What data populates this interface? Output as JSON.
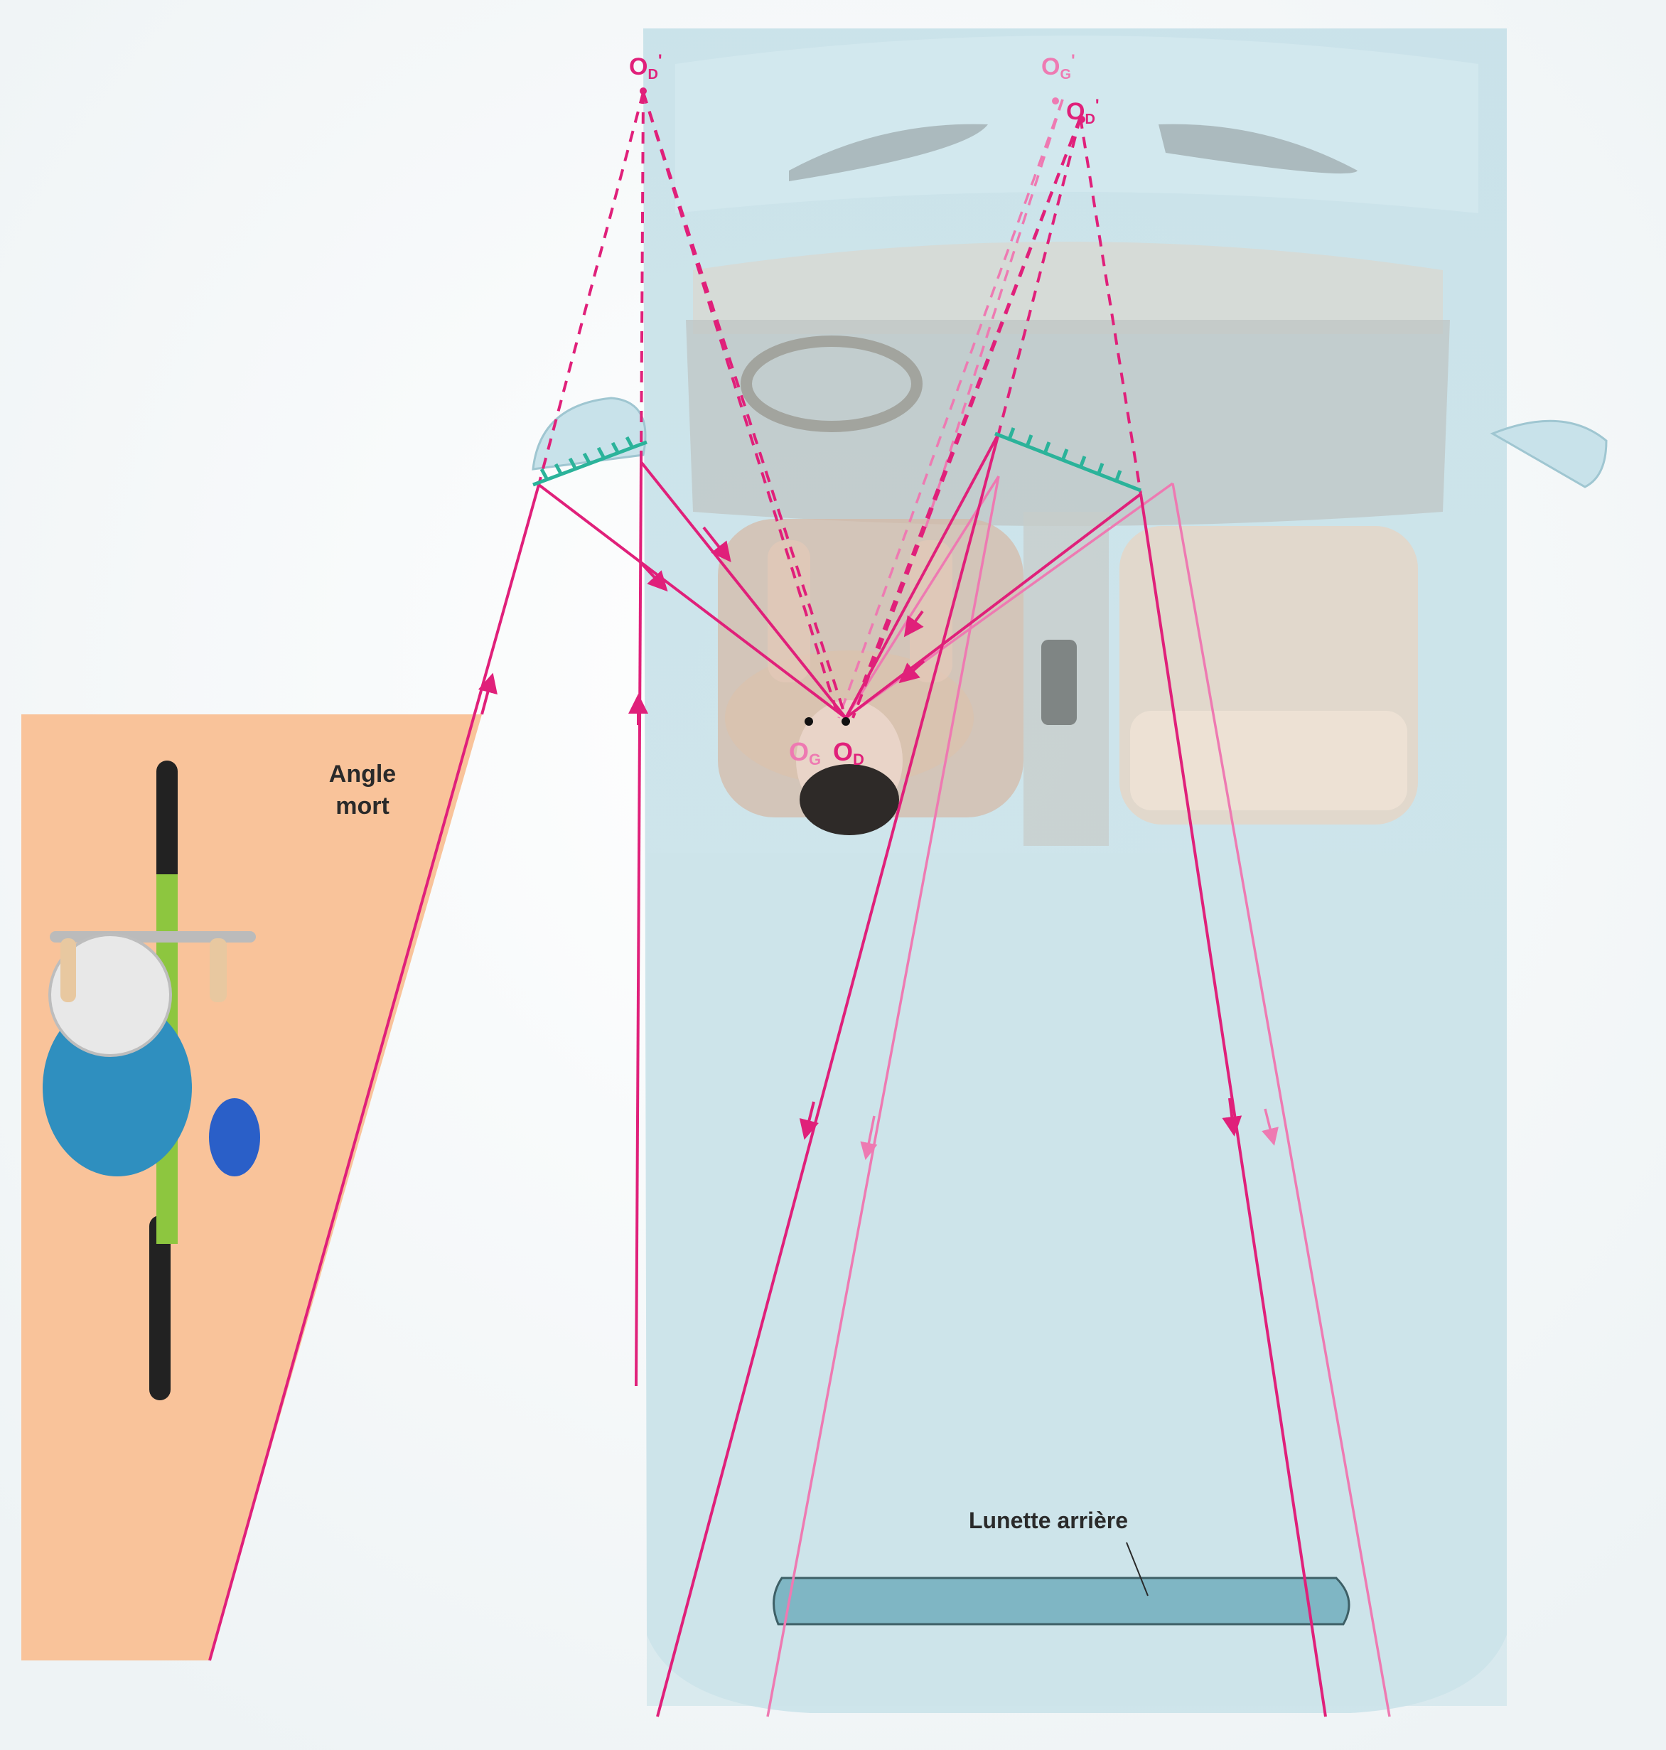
{
  "labels": {
    "blind_spot_line1": "Angle",
    "blind_spot_line2": "mort",
    "rear_window": "Lunette arrière",
    "left_eye": "O",
    "left_eye_sub": "G",
    "right_eye": "O",
    "right_eye_sub": "D",
    "image_left_mirror": "O",
    "image_left_mirror_sub": "D",
    "image_left_mirror_prime": "'",
    "image_right_mirror_g": "O",
    "image_right_mirror_g_sub": "G",
    "image_right_mirror_g_prime": "'",
    "image_right_mirror_d": "O",
    "image_right_mirror_d_sub": "D",
    "image_right_mirror_d_prime": "'"
  },
  "colors": {
    "ray": "#e0207a",
    "ray_light": "#ee7ab2",
    "mirror": "#2bb39a",
    "car_body": "#c9e3ea",
    "car_glass": "#a9cfd8",
    "blind_spot_zone": "#f9c39a",
    "rear_window_fill": "#7fb6c4",
    "label_text": "#2a2a2a"
  },
  "icons": [
    "cyclist-icon",
    "car-icon",
    "driver-icon",
    "seat-icon",
    "bicycle-icon"
  ]
}
